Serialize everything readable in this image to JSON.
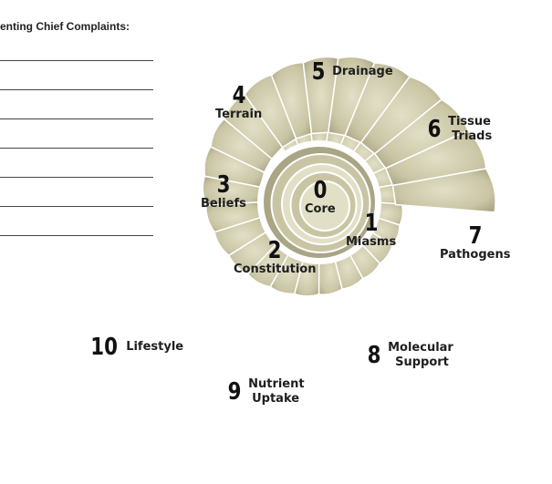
{
  "form": {
    "heading": "enting Chief Complaints:",
    "line_count": 7
  },
  "diagram": {
    "shell_color": "#c9c5a4",
    "shell_dark": "#a9a585",
    "shell_light": "#e2dfc7",
    "stages": [
      {
        "number": "0",
        "label": "Core"
      },
      {
        "number": "1",
        "label": "Miasms"
      },
      {
        "number": "2",
        "label": "Constitution"
      },
      {
        "number": "3",
        "label": "Beliefs"
      },
      {
        "number": "4",
        "label": "Terrain"
      },
      {
        "number": "5",
        "label": "Drainage"
      },
      {
        "number": "6",
        "label_line1": "Tissue",
        "label_line2": "Triads"
      },
      {
        "number": "7",
        "label": "Pathogens"
      },
      {
        "number": "8",
        "label_line1": "Molecular",
        "label_line2": "Support"
      },
      {
        "number": "9",
        "label_line1": "Nutrient",
        "label_line2": "Uptake"
      },
      {
        "number": "10",
        "label": "Lifestyle"
      }
    ]
  }
}
